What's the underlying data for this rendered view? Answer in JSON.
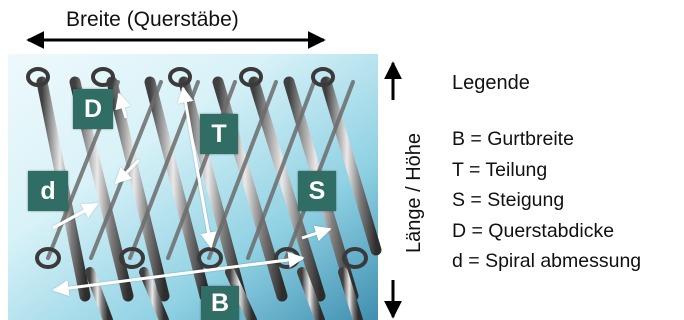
{
  "header": {
    "width_label": "Breite (Querstäbe)"
  },
  "side": {
    "length_label": "Länge / Höhe"
  },
  "tags": {
    "d_big": "D",
    "t": "T",
    "d_small": "d",
    "s": "S",
    "b": "B"
  },
  "legend": {
    "title": "Legende",
    "items": [
      "B = Gurtbreite",
      "T = Teilung",
      "S = Steigung",
      "D = Querstabdicke",
      "d = Spiral abmessung"
    ]
  },
  "colors": {
    "tag": "#2f6d65",
    "text": "#111111",
    "arrow": "#000000",
    "annotation": "#ffffff",
    "photo_light": "#d8f2f8",
    "photo_mid": "#8fd1e3",
    "photo_dark": "#3f8fb0",
    "metal": "#7a7a7a"
  }
}
